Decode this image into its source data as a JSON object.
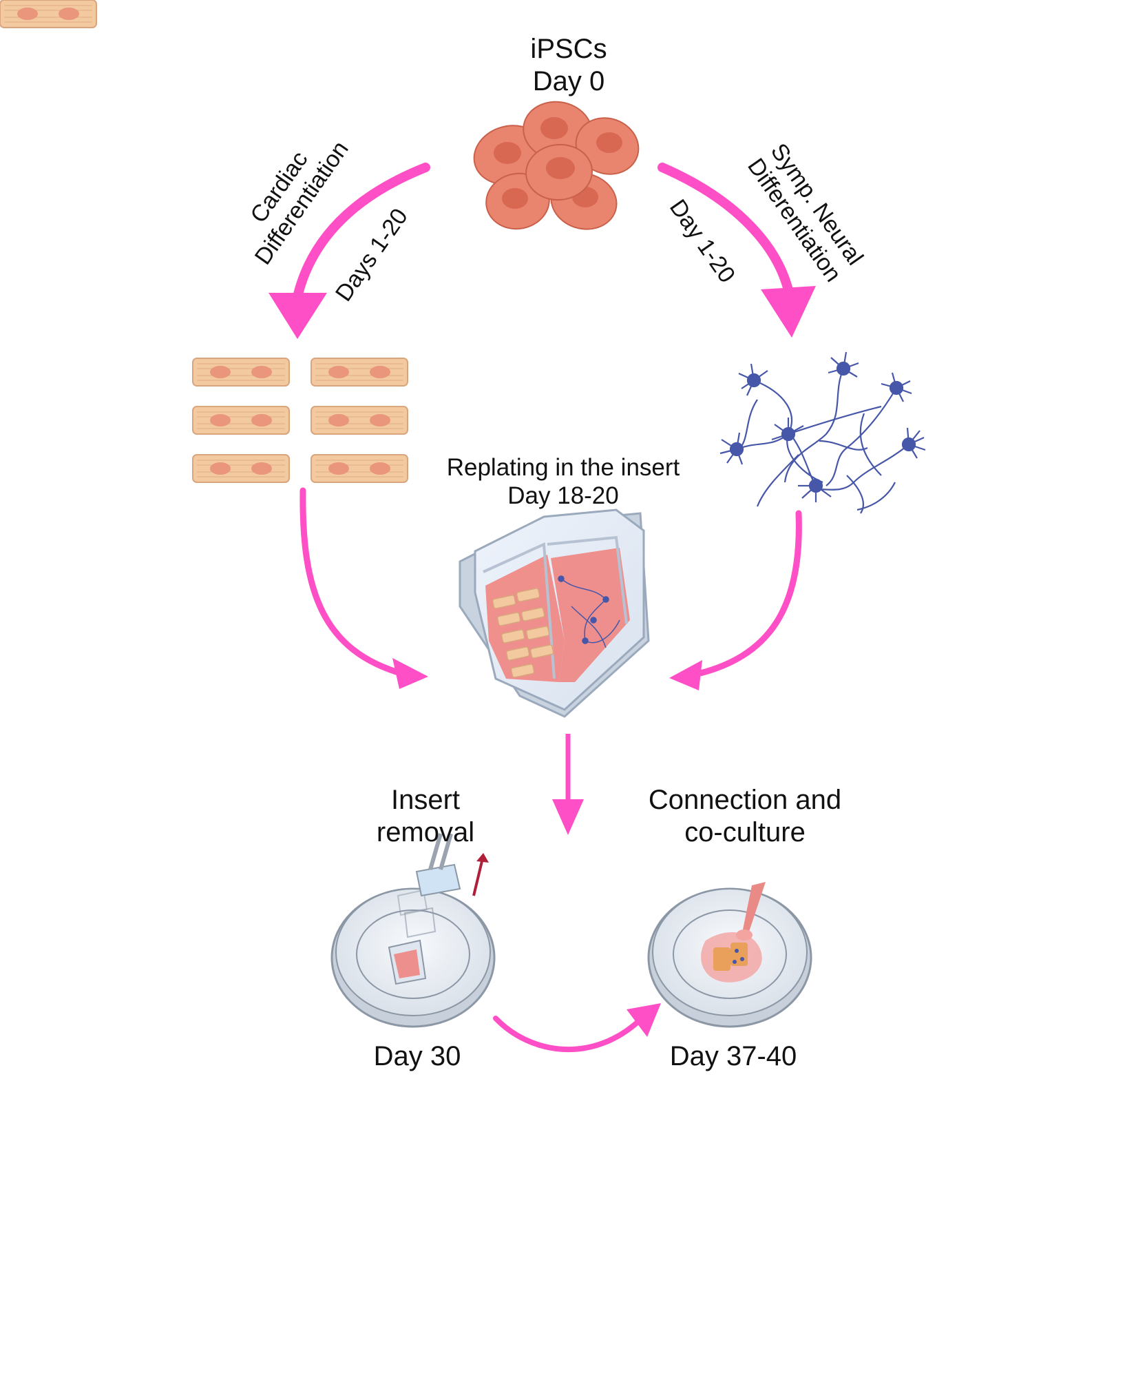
{
  "top": {
    "title": "iPSCs",
    "subtitle": "Day 0"
  },
  "left_branch": {
    "line1": "Cardiac",
    "line2": "Differentiation",
    "days": "Days 1-20"
  },
  "right_branch": {
    "line1": "Symp. Neural",
    "line2": "Differentiation",
    "days": "Day 1-20"
  },
  "replating": {
    "line1": "Replating in the insert",
    "line2": "Day 18-20"
  },
  "removal": {
    "line1": "Insert",
    "line2": "removal",
    "day": "Day 30"
  },
  "coculture": {
    "line1": "Connection and",
    "line2": "co-culture",
    "day": "Day 37-40"
  },
  "colors": {
    "arrow": "#ff4fc6",
    "ipsc_fill": "#e9846f",
    "ipsc_nucleus": "#d86852",
    "cardio_fill": "#f3c9a0",
    "cardio_nucleus": "#e9967c",
    "neuron": "#4656a8",
    "insert_tissue": "#f07f7a",
    "dish": "#d5dce6"
  },
  "icons": [
    "ipsc-cluster-icon",
    "cardiomyocyte-icon",
    "neuron-network-icon",
    "culture-insert-icon",
    "petri-dish-icon",
    "forceps-icon",
    "pipette-icon"
  ]
}
